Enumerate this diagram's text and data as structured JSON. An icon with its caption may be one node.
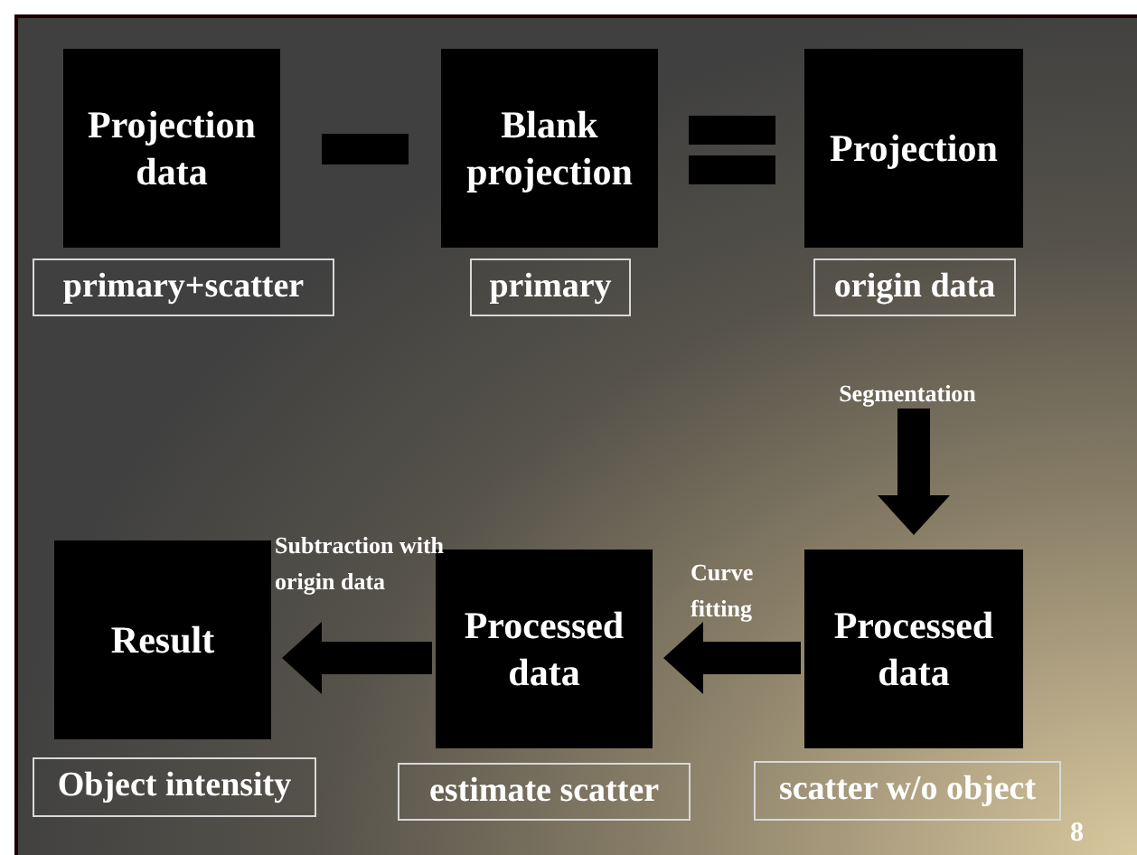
{
  "diagram": {
    "nodes": [
      {
        "text": [
          "Projection data"
        ],
        "beside": [
          "primary+scatter"
        ]
      },
      {
        "text": [
          "Blank projection"
        ],
        "beside": [
          "primary"
        ]
      },
      {
        "text": [
          "Projection"
        ],
        "beside": [
          "origin data"
        ]
      },
      {
        "text": [
          "Result"
        ],
        "beside": [
          "Object intensity"
        ]
      },
      {
        "text": [
          "Processed data"
        ],
        "beside": [
          "estimate scatter"
        ]
      },
      {
        "text": [
          "Processed data"
        ],
        "beside": [
          "scatter w/o object"
        ]
      }
    ],
    "edges": [
      {
        "from": null,
        "to": 5,
        "arrow": "to",
        "label": "Segmentation"
      },
      {
        "from": 5,
        "to": 4,
        "arrow": "to",
        "label": "Curve fitting"
      },
      {
        "from": 4,
        "to": 3,
        "arrow": "to",
        "label": "Subtraction with origin data"
      }
    ],
    "labels": [
      "8"
    ]
  }
}
